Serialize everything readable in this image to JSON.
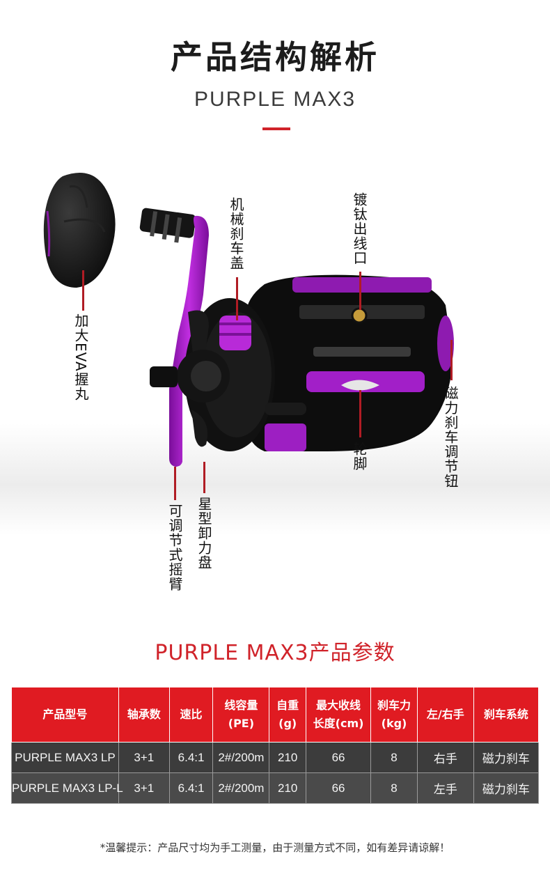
{
  "header": {
    "title": "产品结构解析",
    "subtitle": "PURPLE MAX3"
  },
  "callouts": {
    "handle_knob": "加大EVA握丸",
    "mech_brake_cap": "机械刹车盖",
    "line_guide": "镀钛出线口",
    "magnetic_brake_knob": "磁力刹车调节钮",
    "reel_foot": "轮脚",
    "adjustable_arm": "可调节式摇臂",
    "star_drag": "星型卸力盘"
  },
  "colors": {
    "accent": "#d0232a",
    "purple": "#a51cc8",
    "table_header": "#e01b22",
    "table_row": "#3c3c3c"
  },
  "params": {
    "title": "PURPLE MAX3产品参数",
    "columns": [
      [
        "产品型号"
      ],
      [
        "轴承数"
      ],
      [
        "速比"
      ],
      [
        "线容量",
        "(PE)"
      ],
      [
        "自重",
        "(g)"
      ],
      [
        "最大收线",
        "长度(cm)"
      ],
      [
        "刹车力",
        "(kg)"
      ],
      [
        "左/右手"
      ],
      [
        "刹车系统"
      ]
    ],
    "rows": [
      [
        "PURPLE MAX3  LP",
        "3+1",
        "6.4:1",
        "2#/200m",
        "210",
        "66",
        "8",
        "右手",
        "磁力刹车"
      ],
      [
        "PURPLE MAX3  LP-L",
        "3+1",
        "6.4:1",
        "2#/200m",
        "210",
        "66",
        "8",
        "左手",
        "磁力刹车"
      ]
    ]
  },
  "footnote": "*温馨提示：产品尺寸均为手工测量，由于测量方式不同，如有差异请谅解！"
}
